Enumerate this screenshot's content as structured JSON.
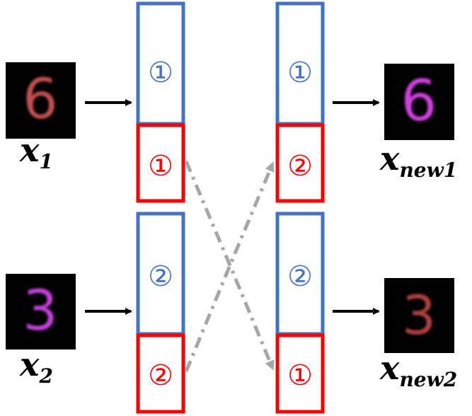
{
  "inputs": [
    {
      "label": "x",
      "subscript": "1",
      "digit": "6",
      "digit_color": "#c0504d",
      "image_icon": "mnist-digit-image"
    },
    {
      "label": "x",
      "subscript": "2",
      "digit": "3",
      "digit_color": "#c040d8",
      "image_icon": "mnist-digit-image"
    }
  ],
  "outputs": [
    {
      "label": "x",
      "subscript": "new1",
      "digit": "6",
      "digit_color": "#d040e0",
      "image_icon": "mnist-digit-image"
    },
    {
      "label": "x",
      "subscript": "new2",
      "digit": "3",
      "digit_color": "#b04040",
      "image_icon": "mnist-digit-image"
    }
  ],
  "left_latents": [
    {
      "top_mark": "①",
      "bottom_mark": "①"
    },
    {
      "top_mark": "②",
      "bottom_mark": "②"
    }
  ],
  "right_latents": [
    {
      "top_mark": "①",
      "bottom_mark": "②"
    },
    {
      "top_mark": "②",
      "bottom_mark": "①"
    }
  ],
  "colors": {
    "content_box": "#4472c4",
    "style_box": "#ff0000",
    "swap_arrow": "#a6a6a6",
    "arrow": "#000000",
    "image_bg": "#000000"
  }
}
